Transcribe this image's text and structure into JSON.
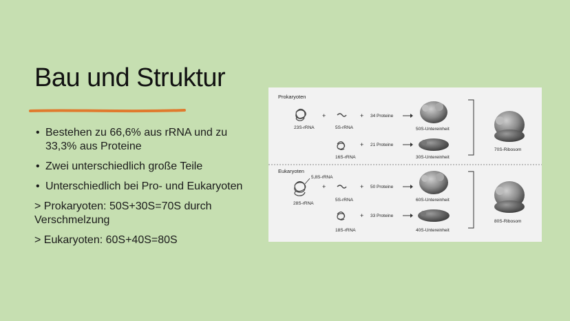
{
  "slide": {
    "title": "Bau und Struktur",
    "bullets": [
      "Bestehen zu 66,6% aus rRNA und zu 33,3% aus Proteine",
      "Zwei unterschiedlich große Teile",
      "Unterschiedlich bei Pro- und Eukaryoten"
    ],
    "notes": [
      "> Prokaryoten: 50S+30S=70S durch Verschmelzung",
      "> Eukaryoten: 60S+40S=80S"
    ],
    "accent_color": "#e07a2e",
    "background_color": "#c6dfb1"
  },
  "figure": {
    "prok": {
      "section": "Prokaryoten",
      "rna_a": "23S-rRNA",
      "rna_b": "5S-rRNA",
      "rna_c": "16S-rRNA",
      "prot_a": "34 Proteine",
      "prot_b": "21 Proteine",
      "sub_a": "50S-Untereinheit",
      "sub_b": "30S-Untereinheit",
      "ribosome": "70S-Ribosom",
      "plus": "+"
    },
    "euk": {
      "section": "Eukaryoten",
      "rna_a": "28S-rRNA",
      "rna_a2": "5,8S-rRNA",
      "rna_b": "5S-rRNA",
      "rna_c": "18S-rRNA",
      "prot_a": "50 Proteine",
      "prot_b": "33 Proteine",
      "sub_a": "60S-Untereinheit",
      "sub_b": "40S-Untereinheit",
      "ribosome": "80S-Ribosom",
      "plus": "+"
    }
  }
}
